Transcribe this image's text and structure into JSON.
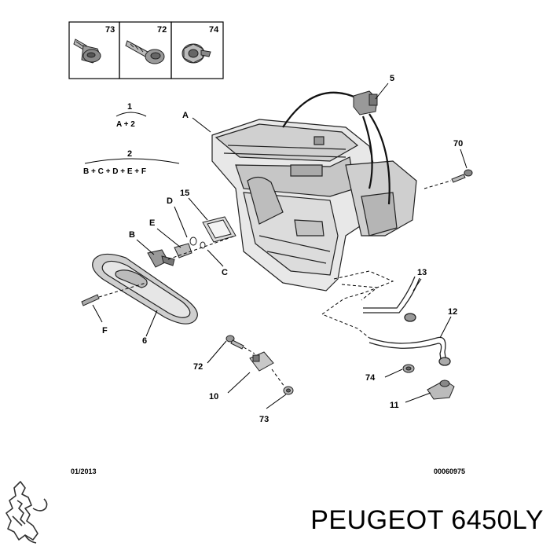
{
  "fasteners": {
    "a": "73",
    "b": "72",
    "c": "74"
  },
  "legend": {
    "one": {
      "num": "1",
      "formula": "A + 2"
    },
    "two": {
      "num": "2",
      "formula": "B + C + D + E + F"
    }
  },
  "labels": {
    "A": "A",
    "n5": "5",
    "n70": "70",
    "n15": "15",
    "D": "D",
    "E": "E",
    "B": "B",
    "C": "C",
    "n13": "13",
    "F": "F",
    "n6": "6",
    "n12": "12",
    "n72": "72",
    "n74": "74",
    "n10": "10",
    "n11": "11",
    "n73": "73"
  },
  "footer": {
    "date": "01/2013",
    "reference": "00060975"
  },
  "brand": {
    "text": "PEUGEOT 6450LY"
  }
}
